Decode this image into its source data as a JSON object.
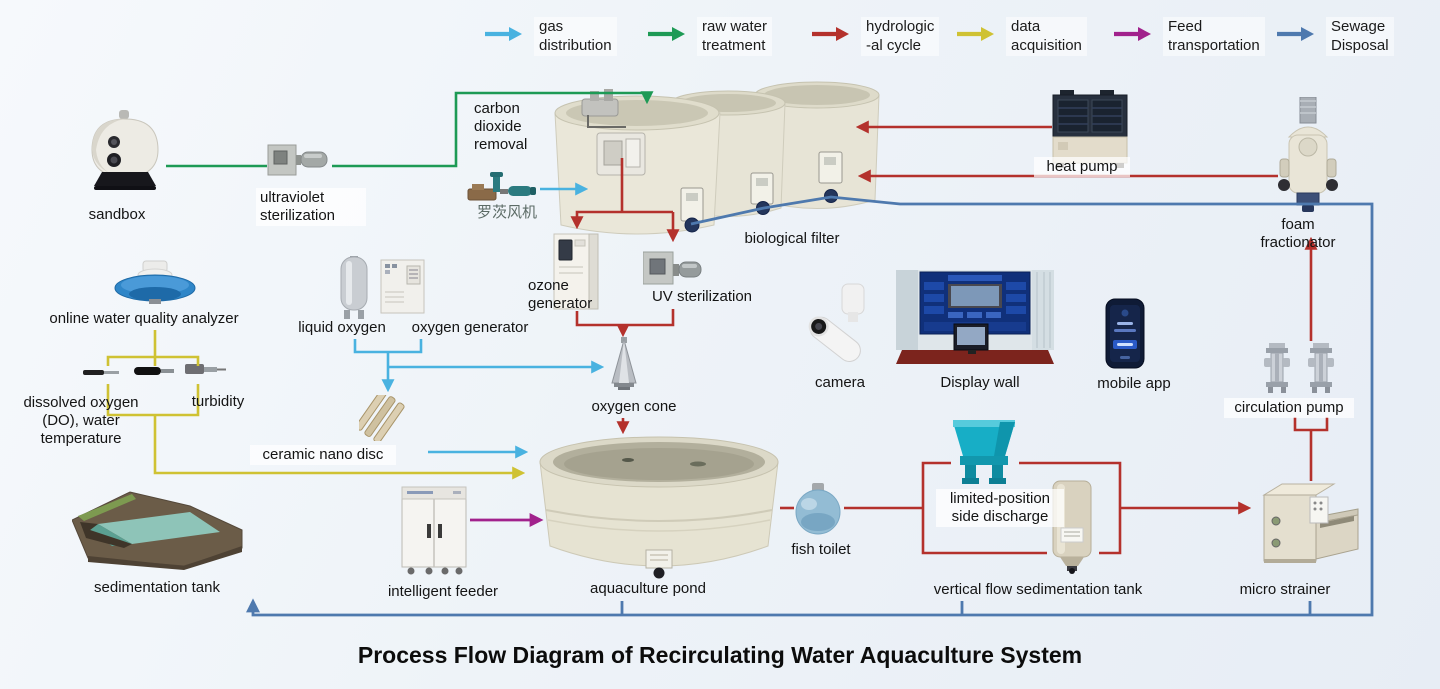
{
  "title": "Process Flow Diagram of Recirculating Water Aquaculture System",
  "legend": [
    {
      "label": "gas\ndistribution",
      "color": "#49b2e0"
    },
    {
      "label": "raw water\ntreatment",
      "color": "#1d9a55"
    },
    {
      "label": "hydrologic\n-al cycle",
      "color": "#b4312c"
    },
    {
      "label": "data\nacquisition",
      "color": "#cfc233"
    },
    {
      "label": "Feed\ntransportation",
      "color": "#a1218c"
    },
    {
      "label": "Sewage\nDisposal",
      "color": "#4e79ae"
    }
  ],
  "nodes": {
    "sandbox": {
      "label": "sandbox"
    },
    "uv_sterilization_1": {
      "label": "ultraviolet\nsterilization"
    },
    "co2_removal": {
      "label": "carbon\ndioxide\nremoval"
    },
    "roots_blower": {
      "label": "罗茨风机"
    },
    "biological_filter": {
      "label": "biological filter"
    },
    "heat_pump": {
      "label": "heat pump"
    },
    "foam_fractionator": {
      "label": "foam\nfractionator"
    },
    "ozone_generator": {
      "label": "ozone\ngenerator"
    },
    "uv_sterilization_2": {
      "label": "UV sterilization"
    },
    "liquid_oxygen": {
      "label": "liquid oxygen"
    },
    "oxygen_generator": {
      "label": "oxygen generator"
    },
    "water_quality_analyzer": {
      "label": "online water quality analyzer"
    },
    "do_water_temp": {
      "label": "dissolved oxygen\n(DO), water\ntemperature"
    },
    "turbidity": {
      "label": "turbidity"
    },
    "ceramic_nano_disc": {
      "label": "ceramic nano disc"
    },
    "oxygen_cone": {
      "label": "oxygen cone"
    },
    "camera": {
      "label": "camera"
    },
    "display_wall": {
      "label": "Display wall"
    },
    "mobile_app": {
      "label": "mobile app"
    },
    "circulation_pump": {
      "label": "circulation pump"
    },
    "sedimentation_tank": {
      "label": "sedimentation tank"
    },
    "intelligent_feeder": {
      "label": "intelligent feeder"
    },
    "aquaculture_pond": {
      "label": "aquaculture pond"
    },
    "fish_toilet": {
      "label": "fish toilet"
    },
    "limited_position": {
      "label": "limited-position\nside discharge"
    },
    "vertical_flow_tank": {
      "label": "vertical flow sedimentation tank"
    },
    "micro_strainer": {
      "label": "micro strainer"
    }
  }
}
